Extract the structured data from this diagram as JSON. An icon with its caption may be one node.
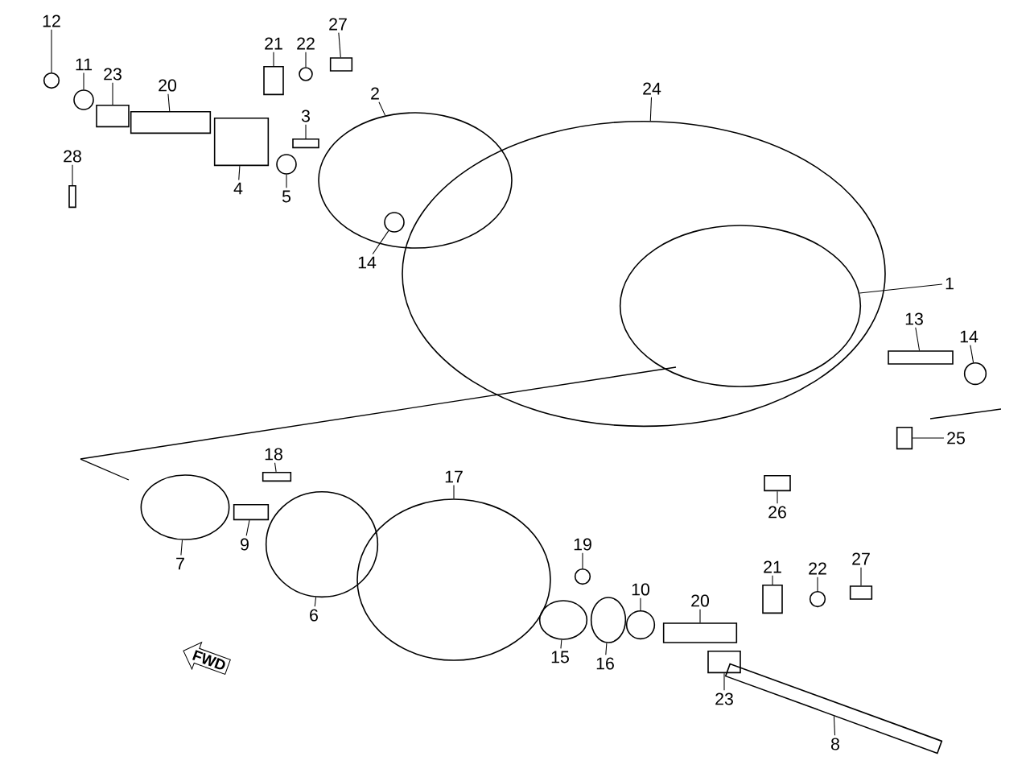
{
  "diagram": {
    "nodes": [
      {
        "text": [
          "12"
        ]
      },
      {
        "text": [],
        "shape": "circle"
      },
      {
        "text": [
          "11"
        ]
      },
      {
        "text": [],
        "shape": "circle"
      },
      {
        "text": [
          "23"
        ]
      },
      {
        "text": [],
        "shape": "box"
      },
      {
        "text": [
          "20"
        ]
      },
      {
        "text": [],
        "shape": "box"
      },
      {
        "text": [
          "21"
        ]
      },
      {
        "text": [],
        "shape": "box"
      },
      {
        "text": [
          "22"
        ]
      },
      {
        "text": [],
        "shape": "circle"
      },
      {
        "text": [
          "27"
        ]
      },
      {
        "text": [],
        "shape": "box"
      },
      {
        "text": [
          "28"
        ]
      },
      {
        "text": [],
        "shape": "box"
      },
      {
        "text": [
          "3"
        ]
      },
      {
        "text": [],
        "shape": "box"
      },
      {
        "text": [
          "2"
        ]
      },
      {
        "text": [],
        "shape": "circle"
      },
      {
        "text": [
          "4"
        ]
      },
      {
        "text": [],
        "shape": "box"
      },
      {
        "text": [
          "5"
        ]
      },
      {
        "text": [],
        "shape": "circle"
      },
      {
        "text": [
          "14"
        ]
      },
      {
        "text": [],
        "shape": "circle",
        "in": 19
      },
      {
        "text": [
          "24"
        ]
      },
      {
        "text": [],
        "shape": "circle"
      },
      {
        "text": [
          "1"
        ]
      },
      {
        "text": [],
        "shape": "circle",
        "in": 27
      },
      {
        "text": [
          "13"
        ]
      },
      {
        "text": [],
        "shape": "box"
      },
      {
        "text": [
          "14"
        ]
      },
      {
        "text": [],
        "shape": "circle"
      },
      {
        "text": [
          "25"
        ]
      },
      {
        "text": [],
        "shape": "box"
      },
      {
        "text": [
          "26"
        ]
      },
      {
        "text": [],
        "shape": "box"
      },
      {
        "text": [
          "18"
        ]
      },
      {
        "text": [],
        "shape": "box"
      },
      {
        "text": [
          "17"
        ]
      },
      {
        "text": [],
        "shape": "circle"
      },
      {
        "text": [
          "19"
        ]
      },
      {
        "text": [],
        "shape": "circle"
      },
      {
        "text": [
          "7"
        ]
      },
      {
        "text": [],
        "shape": "circle"
      },
      {
        "text": [
          "9"
        ]
      },
      {
        "text": [],
        "shape": "box"
      },
      {
        "text": [
          "6"
        ]
      },
      {
        "text": [],
        "shape": "circle"
      },
      {
        "text": [
          "10"
        ]
      },
      {
        "text": [],
        "shape": "circle"
      },
      {
        "text": [
          "20"
        ]
      },
      {
        "text": [],
        "shape": "box"
      },
      {
        "text": [
          "21"
        ]
      },
      {
        "text": [],
        "shape": "box"
      },
      {
        "text": [
          "22"
        ]
      },
      {
        "text": [],
        "shape": "circle"
      },
      {
        "text": [
          "27"
        ]
      },
      {
        "text": [],
        "shape": "box"
      },
      {
        "text": [
          "15"
        ]
      },
      {
        "text": [],
        "shape": "circle"
      },
      {
        "text": [
          "16"
        ]
      },
      {
        "text": [],
        "shape": "circle"
      },
      {
        "text": [
          "23"
        ]
      },
      {
        "text": [],
        "shape": "box"
      },
      {
        "text": [
          "8"
        ]
      },
      {
        "text": [],
        "shape": "box"
      }
    ],
    "edges": [
      {
        "from": 0,
        "to": 1,
        "arrow": "none"
      },
      {
        "from": 2,
        "to": 3,
        "arrow": "none"
      },
      {
        "from": 4,
        "to": 5,
        "arrow": "none"
      },
      {
        "from": 6,
        "to": 7,
        "arrow": "none"
      },
      {
        "from": 8,
        "to": 9,
        "arrow": "none"
      },
      {
        "from": 10,
        "to": 11,
        "arrow": "none"
      },
      {
        "from": 12,
        "to": 13,
        "arrow": "none"
      },
      {
        "from": 14,
        "to": 15,
        "arrow": "none"
      },
      {
        "from": 16,
        "to": 17,
        "arrow": "none"
      },
      {
        "from": 18,
        "to": 19,
        "arrow": "none"
      },
      {
        "from": 20,
        "to": 21,
        "arrow": "none"
      },
      {
        "from": 22,
        "to": 23,
        "arrow": "none"
      },
      {
        "from": 24,
        "to": 25,
        "arrow": "none"
      },
      {
        "from": 26,
        "to": 27,
        "arrow": "none"
      },
      {
        "from": 28,
        "to": 29,
        "arrow": "none"
      },
      {
        "from": 30,
        "to": 31,
        "arrow": "none"
      },
      {
        "from": 32,
        "to": 33,
        "arrow": "none"
      },
      {
        "from": 34,
        "to": 35,
        "arrow": "none"
      },
      {
        "from": 36,
        "to": 37,
        "arrow": "none"
      },
      {
        "from": 38,
        "to": 39,
        "arrow": "none"
      },
      {
        "from": 40,
        "to": 41,
        "arrow": "none"
      },
      {
        "from": 42,
        "to": 43,
        "arrow": "none"
      },
      {
        "from": 44,
        "to": 45,
        "arrow": "none"
      },
      {
        "from": 46,
        "to": 47,
        "arrow": "none"
      },
      {
        "from": 48,
        "to": 49,
        "arrow": "none"
      },
      {
        "from": 50,
        "to": 51,
        "arrow": "none"
      },
      {
        "from": 52,
        "to": 53,
        "arrow": "none"
      },
      {
        "from": 54,
        "to": 55,
        "arrow": "none"
      },
      {
        "from": 56,
        "to": 57,
        "arrow": "none"
      },
      {
        "from": 58,
        "to": 59,
        "arrow": "none"
      },
      {
        "from": 60,
        "to": 61,
        "arrow": "none"
      },
      {
        "from": 62,
        "to": 63,
        "arrow": "none"
      },
      {
        "from": 64,
        "to": 65,
        "arrow": "none"
      },
      {
        "from": 66,
        "to": 67,
        "arrow": "none"
      }
    ],
    "labels": [
      "FWD"
    ]
  }
}
